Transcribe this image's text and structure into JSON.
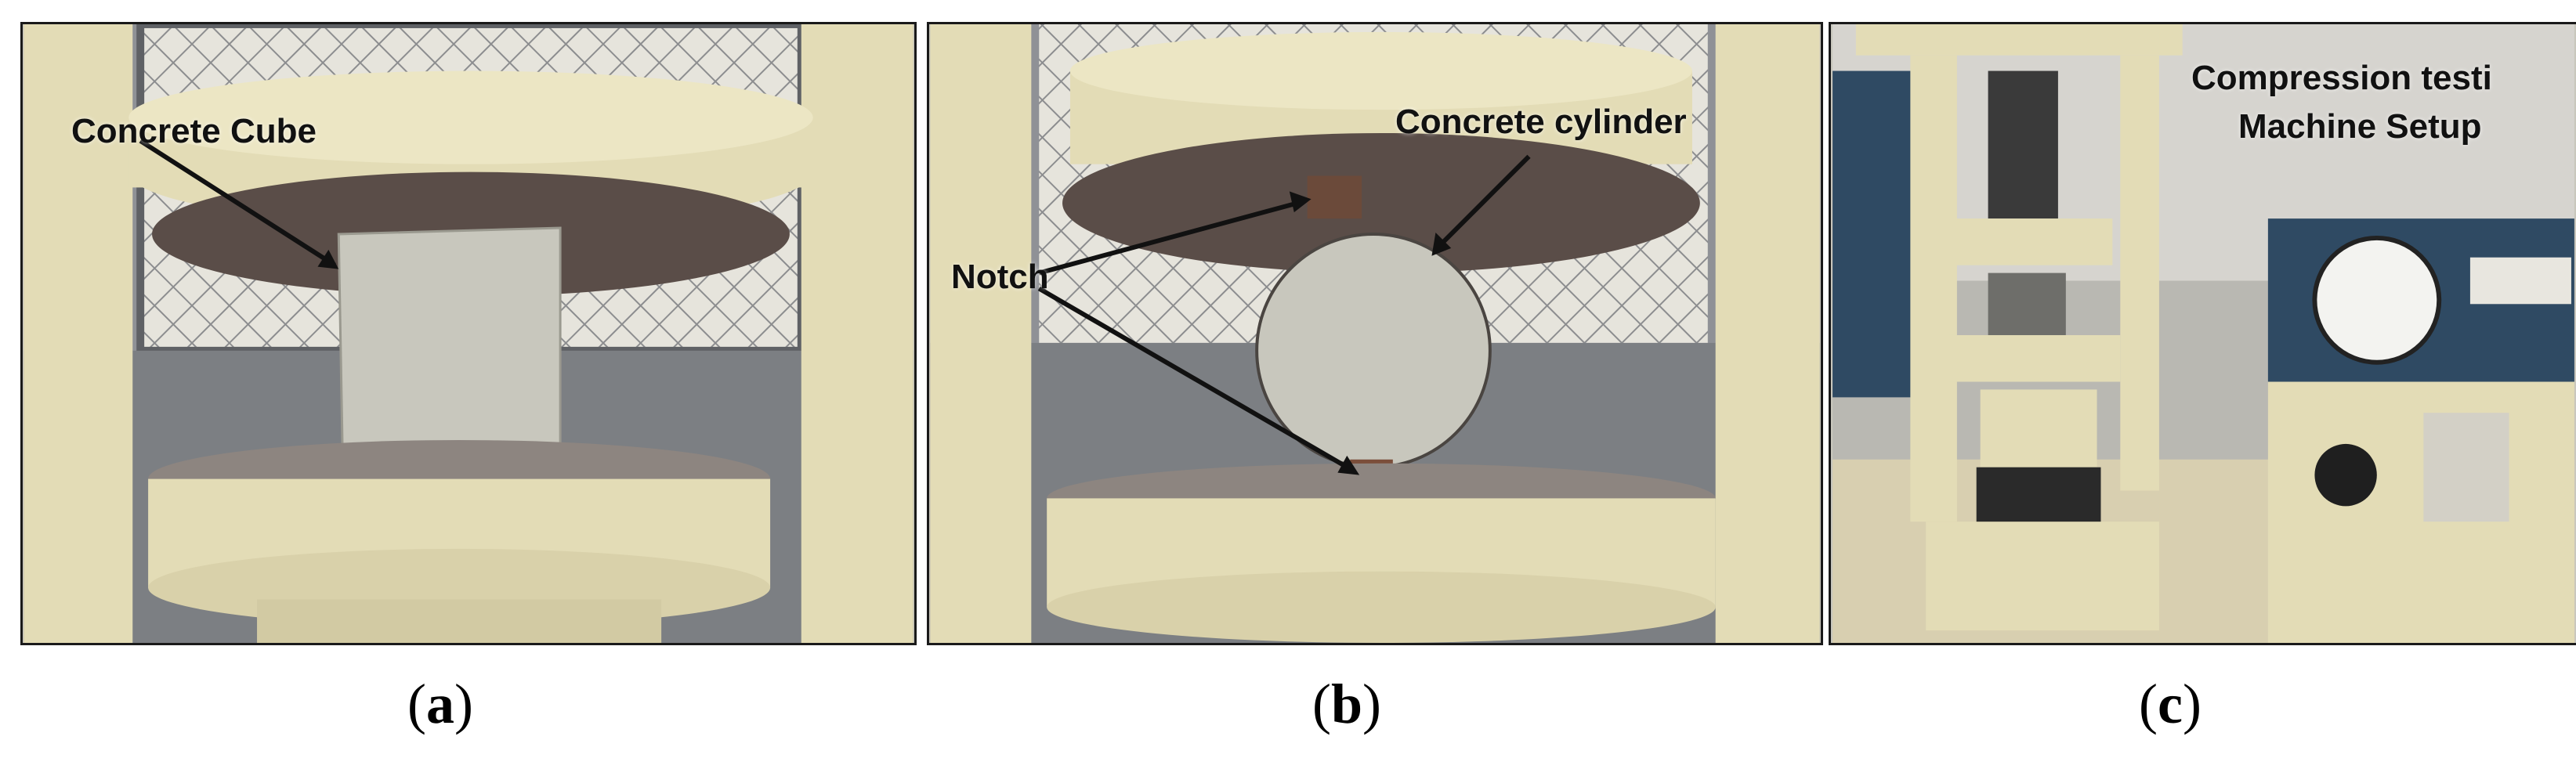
{
  "panels": [
    {
      "id": "a",
      "caption_open": "(",
      "caption_letter": "a",
      "caption_close": ")",
      "annotations": [
        "Concrete Cube"
      ]
    },
    {
      "id": "b",
      "caption_open": "(",
      "caption_letter": "b",
      "caption_close": ")",
      "annotations": [
        "Concrete cylinder",
        "Notch"
      ]
    },
    {
      "id": "c",
      "caption_open": "(",
      "caption_letter": "c",
      "caption_close": ")",
      "annotations": [
        "Compression testi",
        "Machine Setup"
      ]
    }
  ],
  "colors": {
    "frame": "#e3dcb6",
    "platen_top": "#5a4d48",
    "concrete": "#c8c7bd",
    "window_mesh": "#d9d7cf",
    "background_wall": "#8f9196",
    "panel_console": "#2f4a63"
  }
}
